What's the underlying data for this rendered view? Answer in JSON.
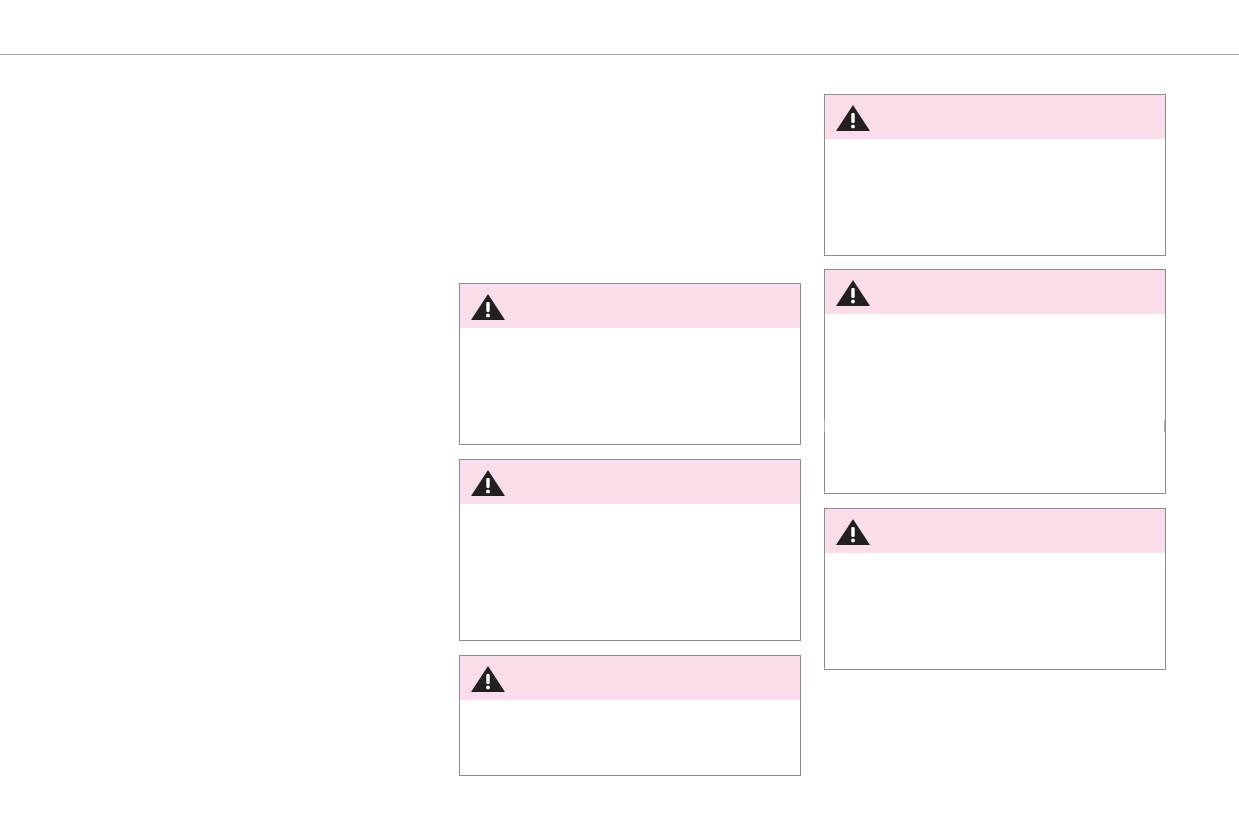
{
  "page": {
    "header_rule_color": "#a6a6a6"
  },
  "colors": {
    "warning_header_bg": "#fadcea",
    "warning_border": "#8c8c8c",
    "warning_icon": "#231f20"
  },
  "warning_boxes": [
    {
      "id": "warning-1",
      "icon": "warning-triangle-icon",
      "header_text": "",
      "body_text": ""
    },
    {
      "id": "warning-2",
      "icon": "warning-triangle-icon",
      "header_text": "",
      "body_text": ""
    },
    {
      "id": "warning-3",
      "icon": "warning-triangle-icon",
      "header_text": "",
      "body_text": ""
    },
    {
      "id": "warning-4",
      "icon": "warning-triangle-icon",
      "header_text": "",
      "body_text": ""
    },
    {
      "id": "warning-5",
      "icon": "warning-triangle-icon",
      "header_text": "",
      "body_text": ""
    },
    {
      "id": "warning-6",
      "icon": "warning-triangle-icon",
      "header_text": "",
      "body_text": ""
    }
  ]
}
